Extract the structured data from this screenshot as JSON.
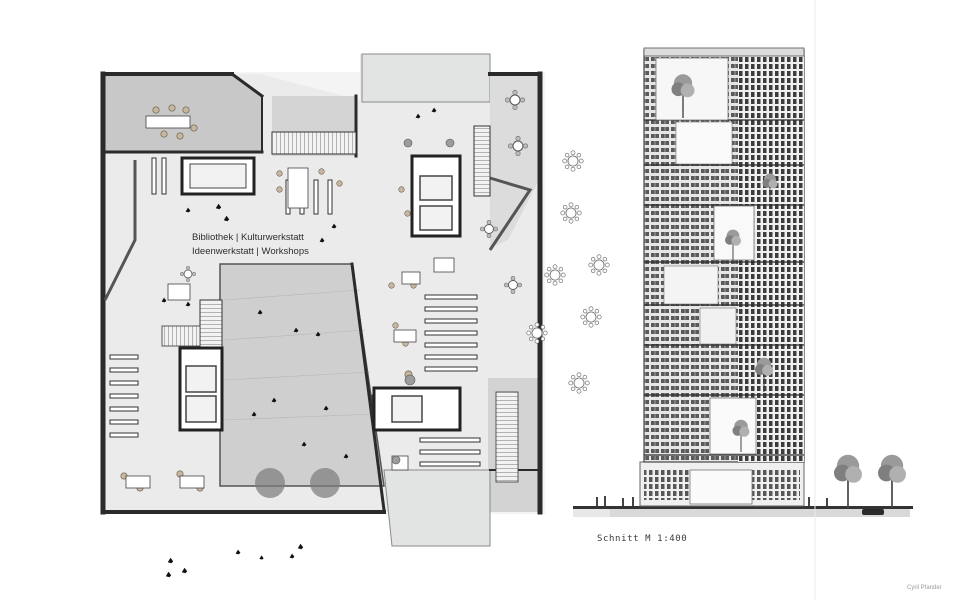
{
  "plan": {
    "label_line1": "Bibliothek | Kulturwerkstatt",
    "label_line2": "Ideenwerkstatt | Workshops"
  },
  "section": {
    "caption": "Schnitt M 1:400"
  },
  "credit": {
    "author": "Cyril Pfander"
  },
  "colors": {
    "paper": "#ffffff",
    "floor": "#ececec",
    "court": "#cfcfcf",
    "roof": "#c9c9c9",
    "wall": "#2b2b2b",
    "glass": "#d8dcdc"
  },
  "icons": [
    "table-group-icon",
    "tree-icon",
    "person-icon",
    "stair-icon",
    "shelf-icon"
  ]
}
